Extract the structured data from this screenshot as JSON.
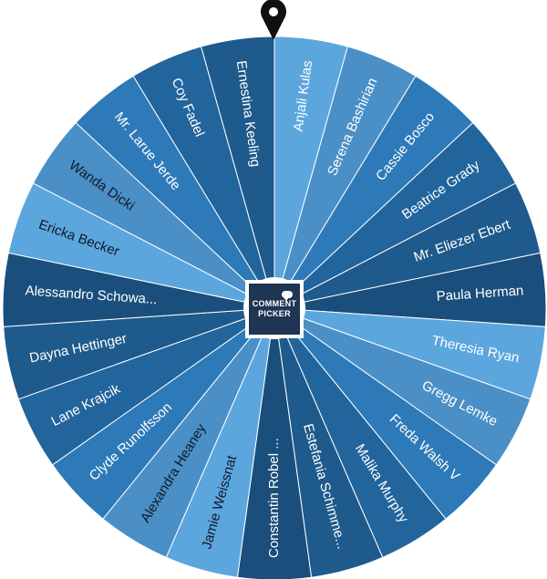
{
  "wheel": {
    "names": [
      "Anjali Kulas",
      "Serena Bashirian",
      "Cassie Bosco",
      "Beatrice Grady",
      "Mr. Eliezer Ebert",
      "Paula Herman",
      "Theresia Ryan",
      "Gregg Lemke",
      "Freda Walsh V",
      "Malika Murphy",
      "Estefania Schimme...",
      "Constantin Robel ...",
      "Jamie Weissnat",
      "Alexandra Heaney",
      "Clyde Runolfsson",
      "Lane Krajcik",
      "Dayna Hettinger",
      "Alessandro Schowa...",
      "Ericka Becker",
      "Wanda Dicki",
      "Mr. Larue Jerde",
      "Coy Fadel",
      "Ernestina Keeling"
    ],
    "colors": [
      "#5ca6de",
      "#4a90c6",
      "#2e7ab8",
      "#22649c",
      "#1e5a8c",
      "#1a4e7c"
    ],
    "text_color": "#ffffff",
    "dark_text_color": "#111827"
  },
  "pointer": {
    "icon": "map-pin-icon",
    "color": "#111111"
  },
  "center_logo": {
    "line1": "COMMENT",
    "line2": "PICKER",
    "icon": "speech-bubble-icon"
  }
}
